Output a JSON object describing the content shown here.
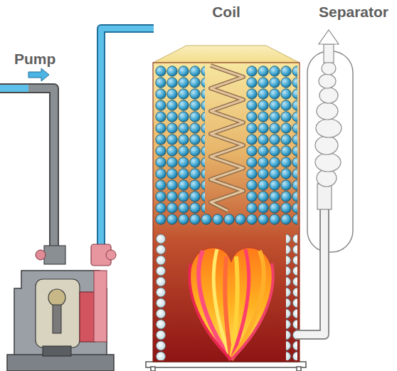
{
  "diagram": {
    "labels": [
      "Coil",
      "Separator",
      "Pump"
    ]
  }
}
